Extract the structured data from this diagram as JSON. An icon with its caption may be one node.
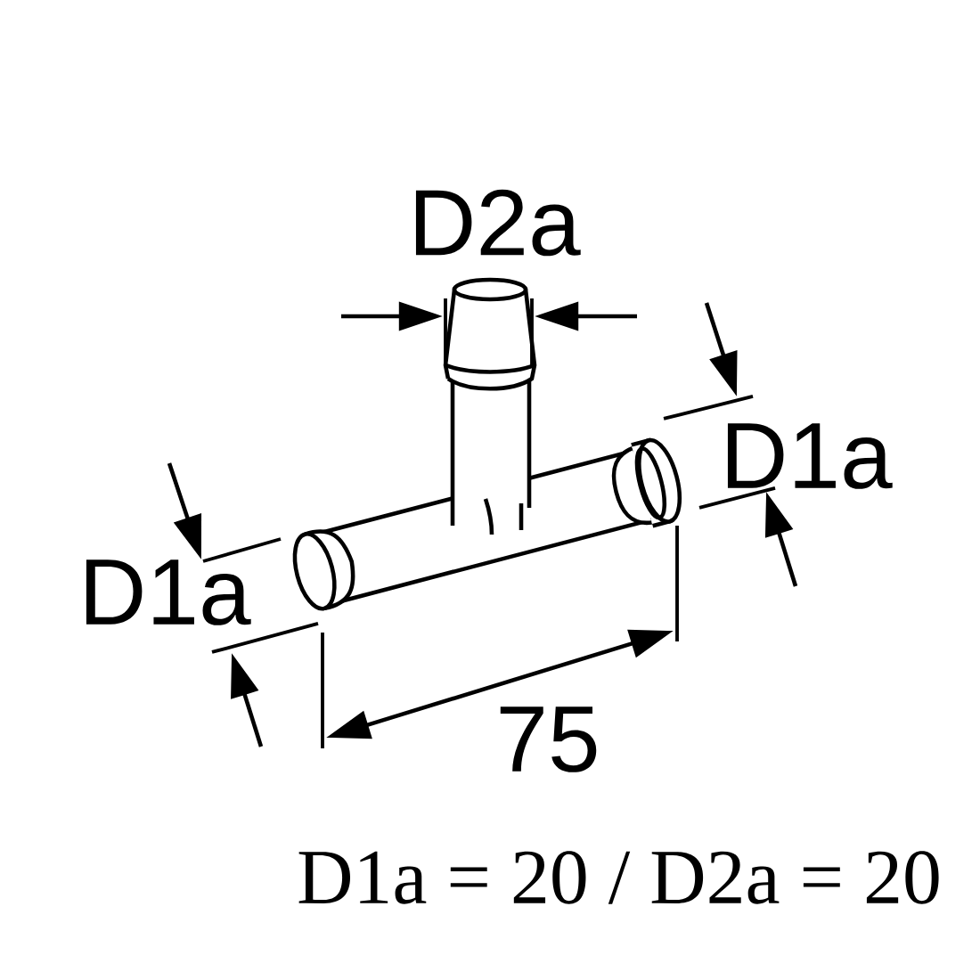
{
  "diagram": {
    "labels": [
      "D2a",
      "D1a",
      "D1a",
      "75"
    ],
    "caption": "D1a = 20 / D2a = 20"
  }
}
